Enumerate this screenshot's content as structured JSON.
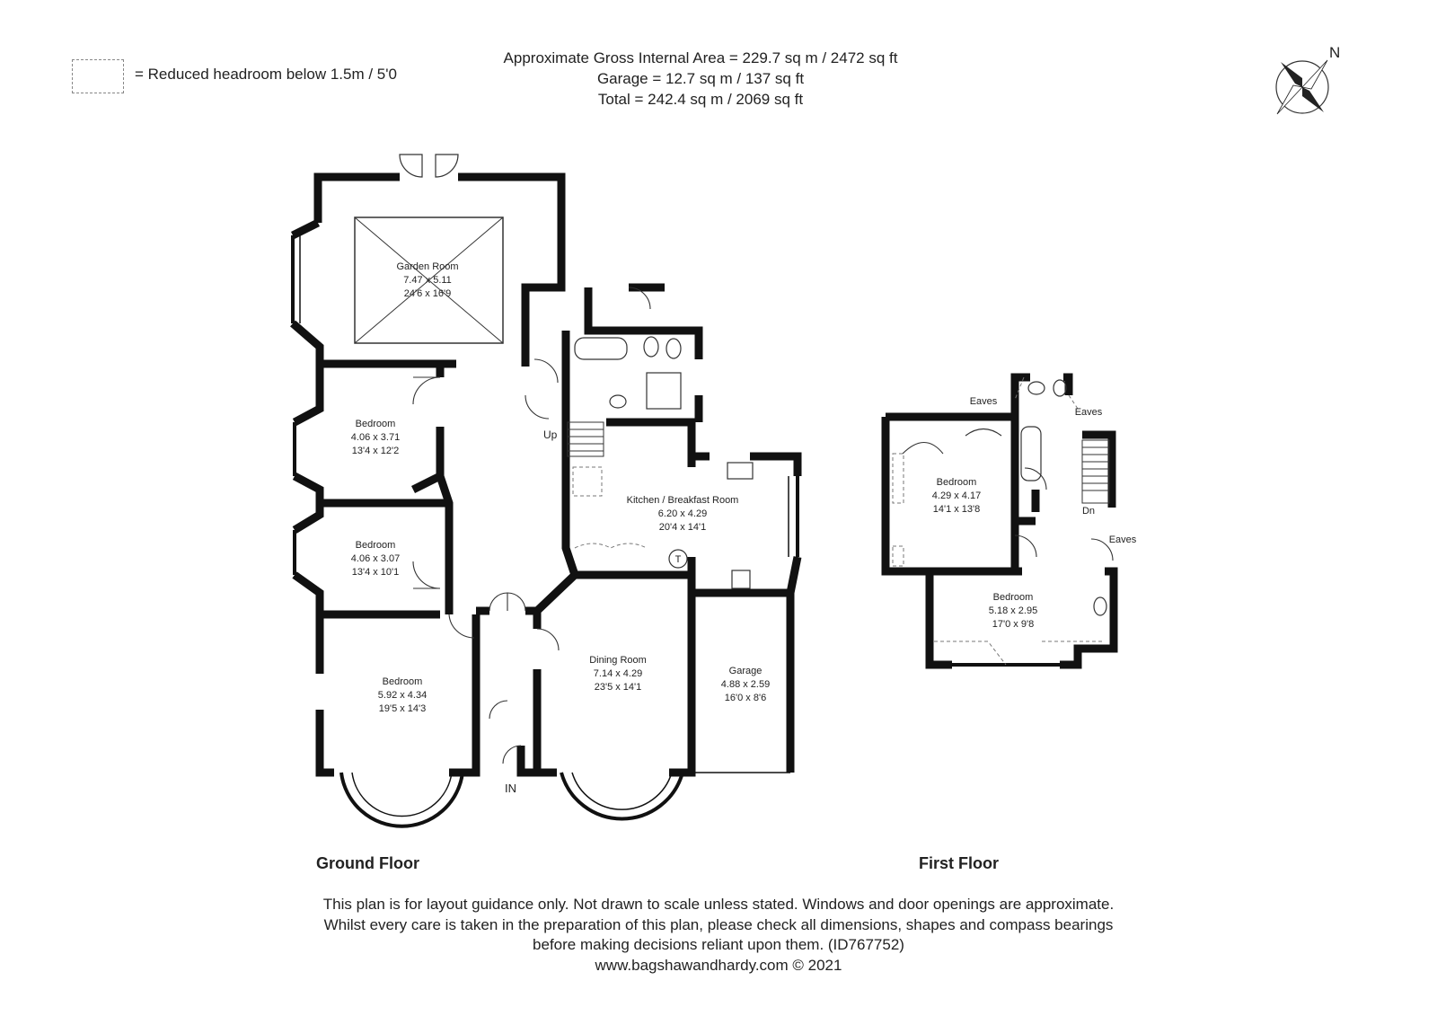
{
  "legend": {
    "text": "= Reduced headroom below 1.5m / 5'0"
  },
  "areas": {
    "line1": "Approximate Gross Internal Area = 229.7 sq m / 2472 sq ft",
    "line2": "Garage = 12.7 sq m / 137 sq ft",
    "line3": "Total = 242.4 sq m / 2069 sq ft"
  },
  "compass": {
    "label": "N"
  },
  "ground_floor": {
    "title": "Ground Floor",
    "rooms": [
      {
        "name": "Garden Room",
        "metric": "7.47 x 5.11",
        "imperial": "24'6 x 16'9"
      },
      {
        "name": "Bedroom",
        "metric": "4.06 x 3.71",
        "imperial": "13'4 x 12'2"
      },
      {
        "name": "Bedroom",
        "metric": "4.06 x 3.07",
        "imperial": "13'4 x 10'1"
      },
      {
        "name": "Bedroom",
        "metric": "5.92 x 4.34",
        "imperial": "19'5 x 14'3"
      },
      {
        "name": "Kitchen / Breakfast Room",
        "metric": "6.20 x 4.29",
        "imperial": "20'4 x 14'1"
      },
      {
        "name": "Dining Room",
        "metric": "7.14 x 4.29",
        "imperial": "23'5 x 14'1"
      },
      {
        "name": "Garage",
        "metric": "4.88 x 2.59",
        "imperial": "16'0 x 8'6"
      }
    ],
    "labels": {
      "up": "Up",
      "entrance": "IN",
      "tank": "T"
    }
  },
  "first_floor": {
    "title": "First Floor",
    "rooms": [
      {
        "name": "Bedroom",
        "metric": "4.29 x 4.17",
        "imperial": "14'1 x 13'8"
      },
      {
        "name": "Bedroom",
        "metric": "5.18 x 2.95",
        "imperial": "17'0 x 9'8"
      }
    ],
    "labels": {
      "eaves": "Eaves",
      "down": "Dn"
    }
  },
  "disclaimer": {
    "line1": "This plan is for layout guidance only. Not drawn to scale unless stated. Windows and door openings are approximate.",
    "line2": "Whilst every care is taken in the preparation of this plan, please check all dimensions, shapes and compass bearings",
    "line3": "before making decisions reliant upon them. (ID767752)",
    "line4": "www.bagshawandhardy.com © 2021"
  }
}
